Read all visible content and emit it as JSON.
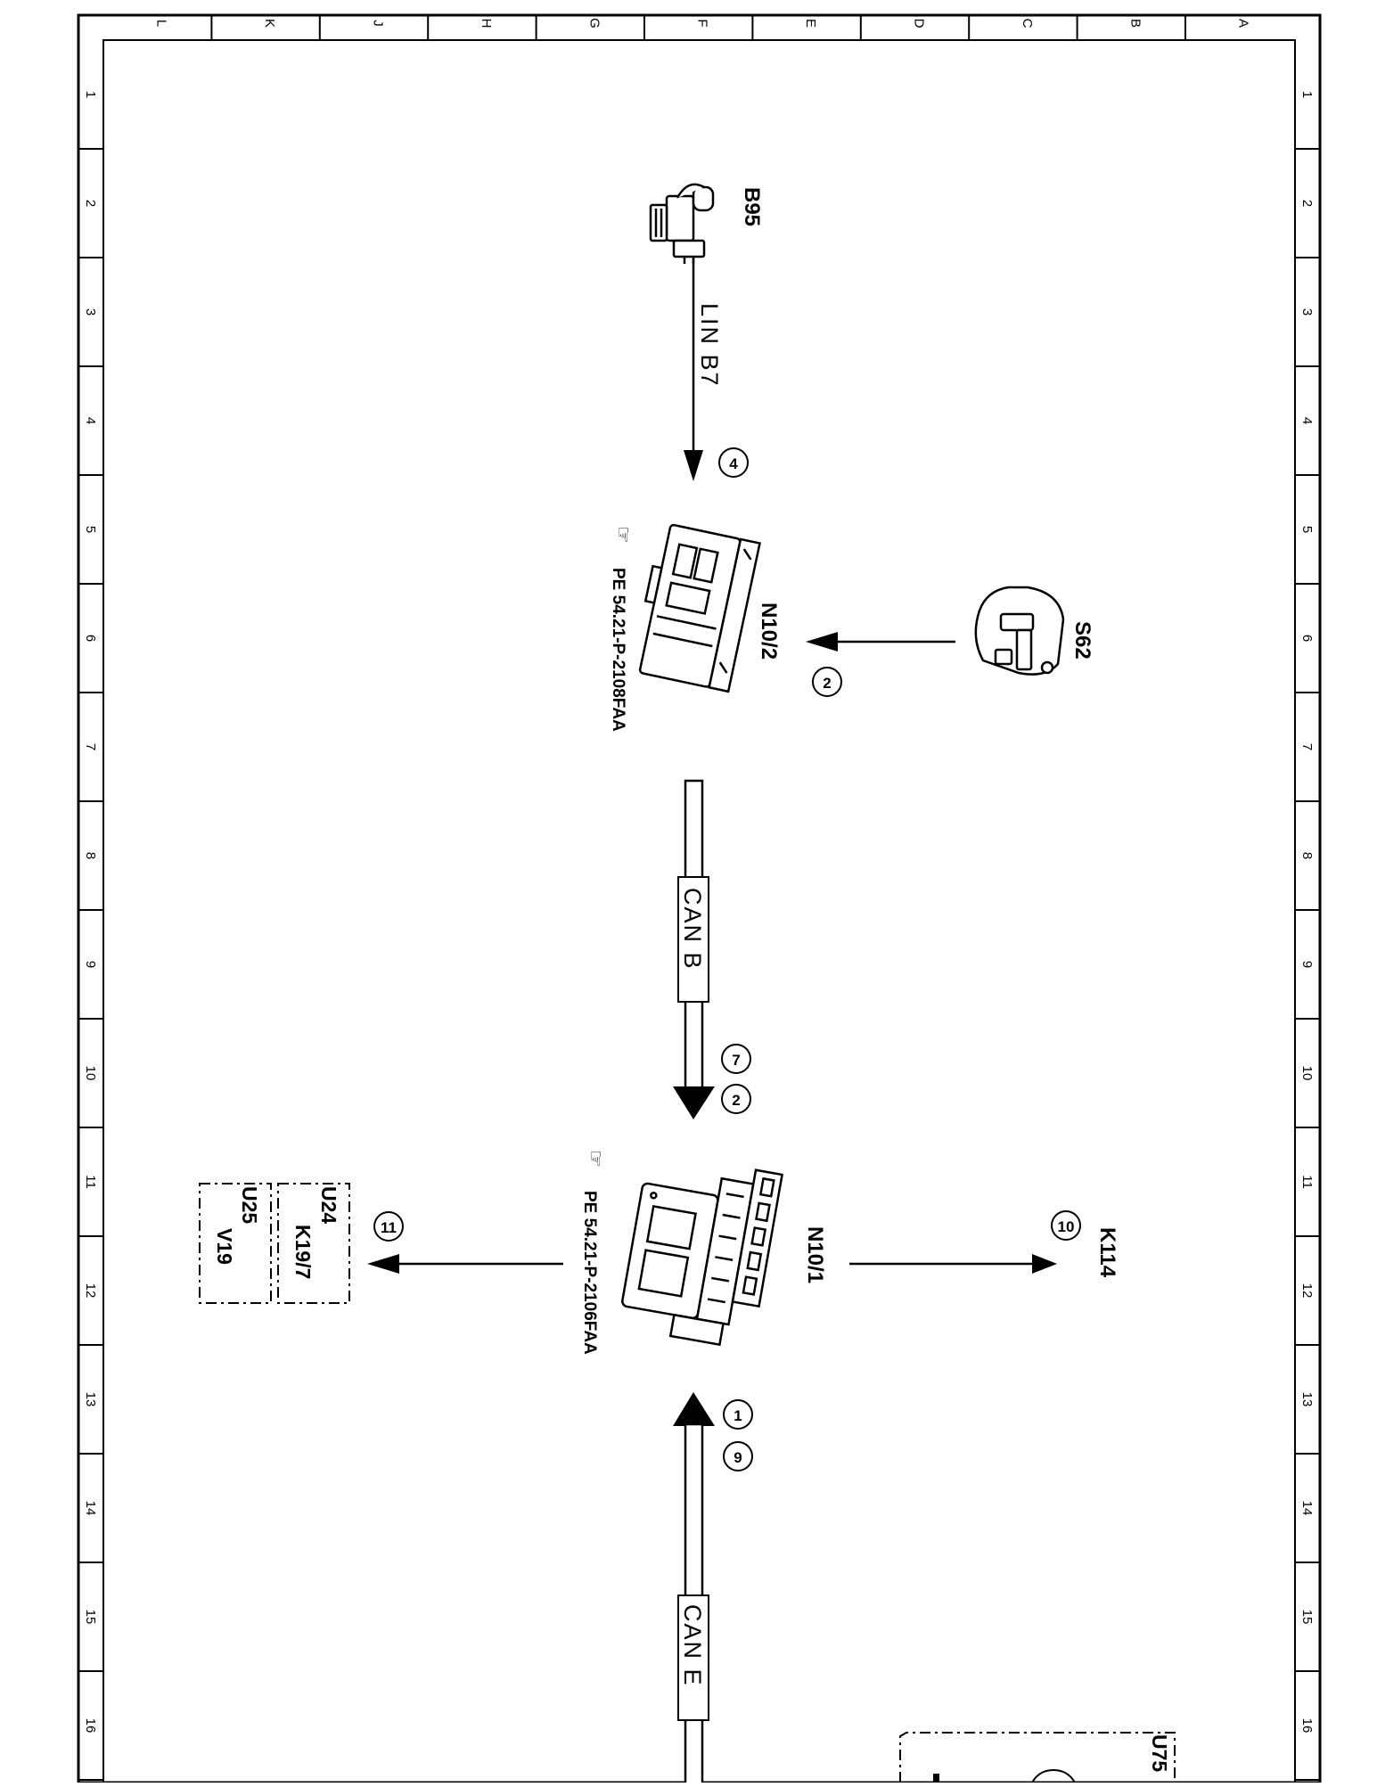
{
  "grid": {
    "letters": [
      "L",
      "K",
      "J",
      "H",
      "G",
      "F",
      "E",
      "D",
      "C",
      "B",
      "A"
    ],
    "numbers": [
      "1",
      "2",
      "3",
      "4",
      "5",
      "6",
      "7",
      "8",
      "9",
      "10",
      "11",
      "12",
      "13",
      "14",
      "15",
      "16"
    ]
  },
  "components": {
    "b95": "B95",
    "s62": "S62",
    "n10_2": "N10/2",
    "n10_1": "N10/1",
    "k114": "K114",
    "u75": "U75"
  },
  "buses": {
    "lin": "LIN B7",
    "can_b": "CAN B",
    "can_e": "CAN E"
  },
  "references": {
    "n10_2": "PE 54.21-P-2108FAA",
    "n10_1": "PE 54.21-P-2106FAA"
  },
  "markers": {
    "lin": "4",
    "s62": "2",
    "can_b_a": "7",
    "can_b_b": "2",
    "can_e_a": "1",
    "can_e_b": "9",
    "k114": "10",
    "left_group": "11"
  },
  "left_block": {
    "col1": [
      "U24",
      "K19/7"
    ],
    "col2": [
      "U25",
      "V19"
    ]
  },
  "colors": {
    "ink": "#000000",
    "paper": "#ffffff"
  }
}
